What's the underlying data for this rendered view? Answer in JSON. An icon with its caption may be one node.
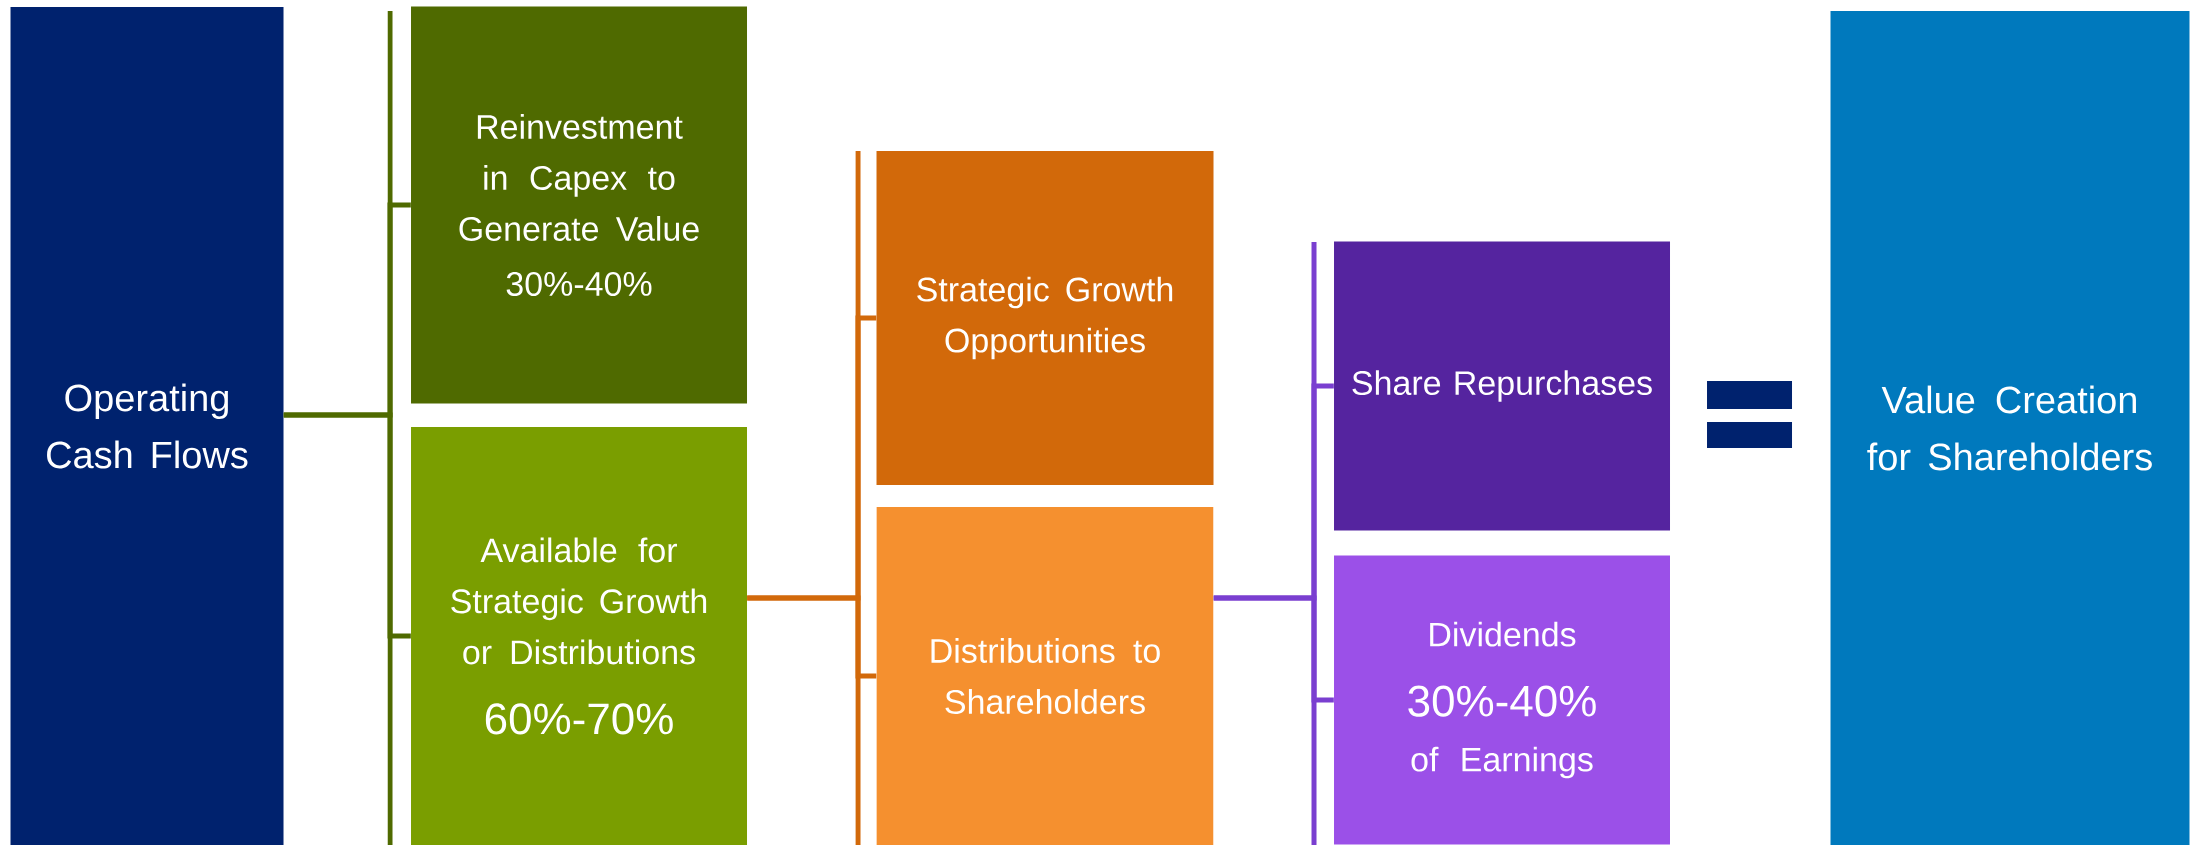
{
  "diagram": {
    "nodes": [
      {
        "text": [
          "Operating Cash Flows"
        ]
      },
      {
        "text": [
          "Reinvestment in Capex to Generate Value",
          "30%-40%"
        ]
      },
      {
        "text": [
          "Available for Strategic Growth or Distributions",
          "60%-70%"
        ]
      },
      {
        "text": [
          "Strategic Growth Opportunities"
        ]
      },
      {
        "text": [
          "Distributions to Shareholders"
        ]
      },
      {
        "text": [
          "Share Repurchases"
        ]
      },
      {
        "text": [
          "Dividends",
          "30%-40%",
          "of Earnings"
        ]
      },
      {
        "text": [
          "Value Creation for Shareholders"
        ]
      }
    ],
    "edges": [
      {
        "from": 0,
        "to": 1,
        "arrow": "none",
        "color": "#4f6a00"
      },
      {
        "from": 0,
        "to": 2,
        "arrow": "none",
        "color": "#4f6a00"
      },
      {
        "from": 2,
        "to": 3,
        "arrow": "none",
        "color": "#d2690a"
      },
      {
        "from": 2,
        "to": 4,
        "arrow": "none",
        "color": "#d2690a"
      },
      {
        "from": 4,
        "to": 5,
        "arrow": "none",
        "color": "#7a3fd0"
      },
      {
        "from": 4,
        "to": 6,
        "arrow": "none",
        "color": "#7a3fd0"
      }
    ]
  }
}
